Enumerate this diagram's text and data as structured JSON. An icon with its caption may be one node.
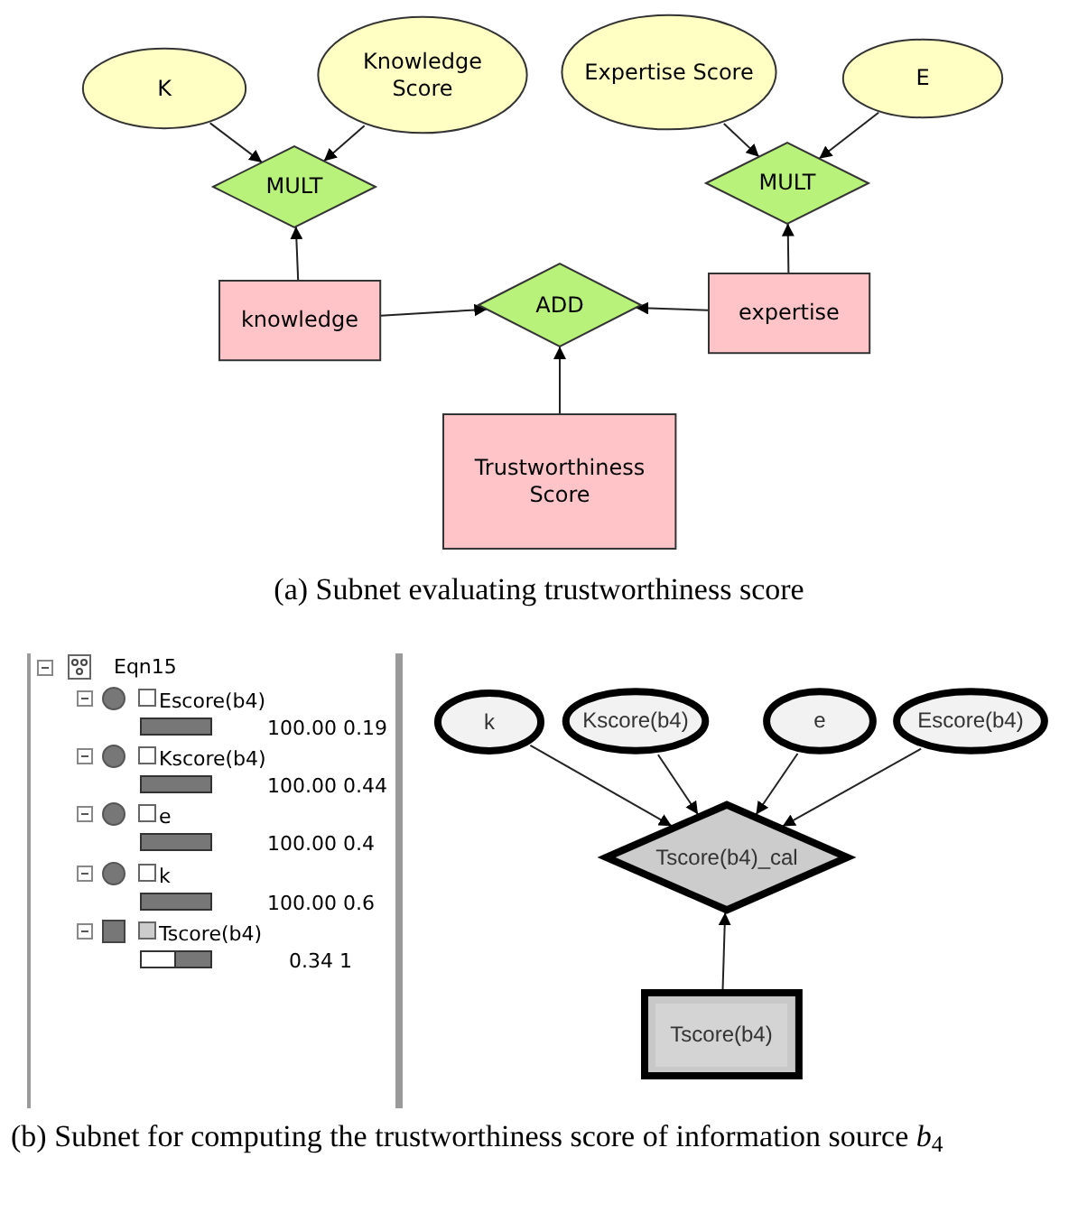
{
  "diagram": {
    "nodes": [
      {
        "text": [
          "K"
        ]
      },
      {
        "text": [
          "Knowledge Score"
        ]
      },
      {
        "text": [
          "Expertise Score"
        ]
      },
      {
        "text": [
          "E"
        ]
      },
      {
        "text": [
          "MULT"
        ]
      },
      {
        "text": [
          "MULT"
        ]
      },
      {
        "text": [
          "knowledge"
        ]
      },
      {
        "text": [
          "ADD"
        ]
      },
      {
        "text": [
          "expertise"
        ]
      },
      {
        "text": [
          "Trustworthiness Score"
        ]
      },
      {
        "text": [
          "k"
        ]
      },
      {
        "text": [
          "Kscore(b4)"
        ]
      },
      {
        "text": [
          "e"
        ]
      },
      {
        "text": [
          "Escore(b4)"
        ]
      },
      {
        "text": [
          "Tscore(b4)_cal"
        ]
      },
      {
        "text": [
          "Tscore(b4)"
        ]
      }
    ],
    "edges": [
      {
        "from": 0,
        "to": 4,
        "arrow": "to"
      },
      {
        "from": 1,
        "to": 4,
        "arrow": "to"
      },
      {
        "from": 2,
        "to": 5,
        "arrow": "to"
      },
      {
        "from": 3,
        "to": 5,
        "arrow": "to"
      },
      {
        "from": 6,
        "to": 4,
        "arrow": "to"
      },
      {
        "from": 8,
        "to": 5,
        "arrow": "to"
      },
      {
        "from": 6,
        "to": 7,
        "arrow": "to"
      },
      {
        "from": 8,
        "to": 7,
        "arrow": "to"
      },
      {
        "from": 9,
        "to": 7,
        "arrow": "to"
      },
      {
        "from": 10,
        "to": 14,
        "arrow": "to"
      },
      {
        "from": 11,
        "to": 14,
        "arrow": "to"
      },
      {
        "from": 12,
        "to": 14,
        "arrow": "to"
      },
      {
        "from": 13,
        "to": 14,
        "arrow": "to"
      },
      {
        "from": 15,
        "to": 14,
        "arrow": "to"
      }
    ],
    "labels": [
      "(a) Subnet evaluating trustworthiness score",
      "Eqn15",
      "Escore(b4)",
      "100.00 0.19",
      "Kscore(b4)",
      "100.00 0.44",
      "e",
      "100.00 0.4",
      "k",
      "100.00 0.6",
      "Tscore(b4)",
      "0.34 1",
      "(b) Subnet for computing the trustworthiness score of information source *b*$_{4}$"
    ]
  }
}
